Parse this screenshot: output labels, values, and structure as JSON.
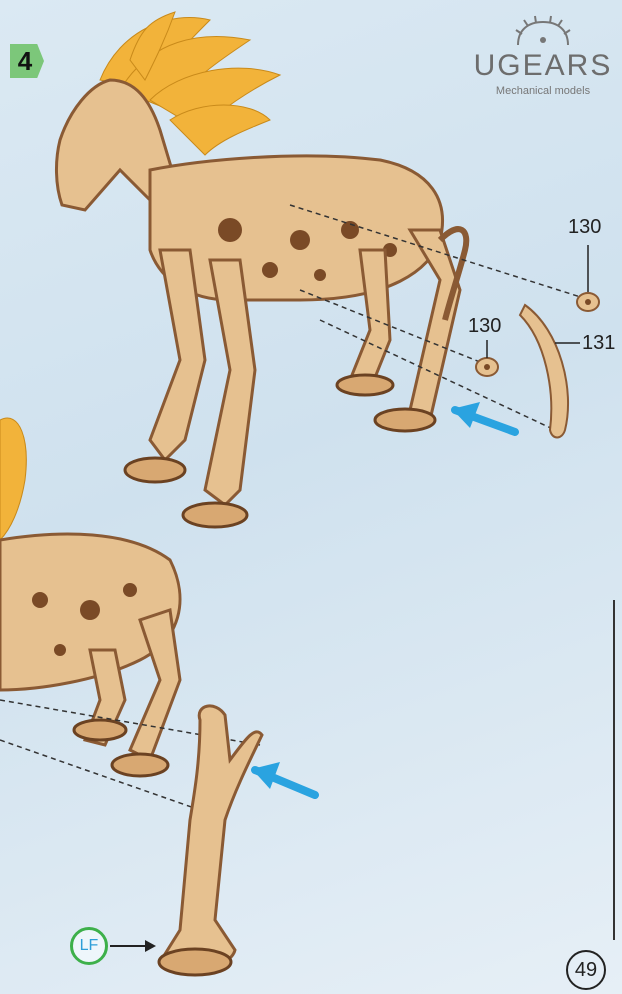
{
  "step": {
    "number": "4"
  },
  "brand": {
    "name": "UGEARS",
    "tagline": "Mechanical models"
  },
  "parts": {
    "washer_top_label": "130",
    "washer_mid_label": "130",
    "leg_link_label": "131"
  },
  "leg_marker": {
    "label": "LF"
  },
  "page": {
    "number": "49"
  },
  "colors": {
    "accent_green": "#7cc77a",
    "arrow_blue": "#2aa3e0",
    "wood": "#e6c190",
    "wood_dark": "#8a5a34",
    "mane": "#f2b33a"
  }
}
